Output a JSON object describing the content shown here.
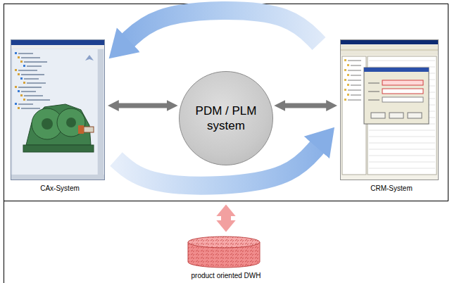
{
  "diagram": {
    "nodes": [
      {
        "text": [
          "CAx-System"
        ]
      },
      {
        "text": [
          "PDM / PLM system"
        ]
      },
      {
        "text": [
          "CRM-System"
        ]
      },
      {
        "text": [
          "product oriented DWH"
        ]
      }
    ],
    "edges": [
      {
        "from": 0,
        "to": 1,
        "arrow": "both"
      },
      {
        "from": 1,
        "to": 2,
        "arrow": "both"
      },
      {
        "from": 2,
        "to": 0,
        "arrow": "to"
      },
      {
        "from": 0,
        "to": 2,
        "arrow": "to"
      },
      {
        "from": 1,
        "to": 3,
        "arrow": "both"
      }
    ]
  }
}
